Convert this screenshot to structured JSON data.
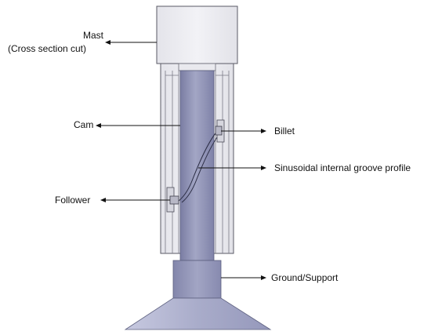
{
  "labels": {
    "mast_line1": "Mast",
    "mast_line2": "(Cross section cut)",
    "cam": "Cam",
    "billet": "Billet",
    "groove": "Sinusoidal internal groove profile",
    "follower": "Follower",
    "ground": "Ground/Support"
  },
  "colors": {
    "mast_fill": "#ececf0",
    "mast_stroke": "#5a5a66",
    "cam_fill": "#8f92b4",
    "cam_dark": "#7a7da3",
    "cam_light": "#a7aac8",
    "support_fill": "#9598b9",
    "base_top": "#b9bcd7",
    "base_bottom": "#a2a5c6",
    "text": "#111111"
  }
}
